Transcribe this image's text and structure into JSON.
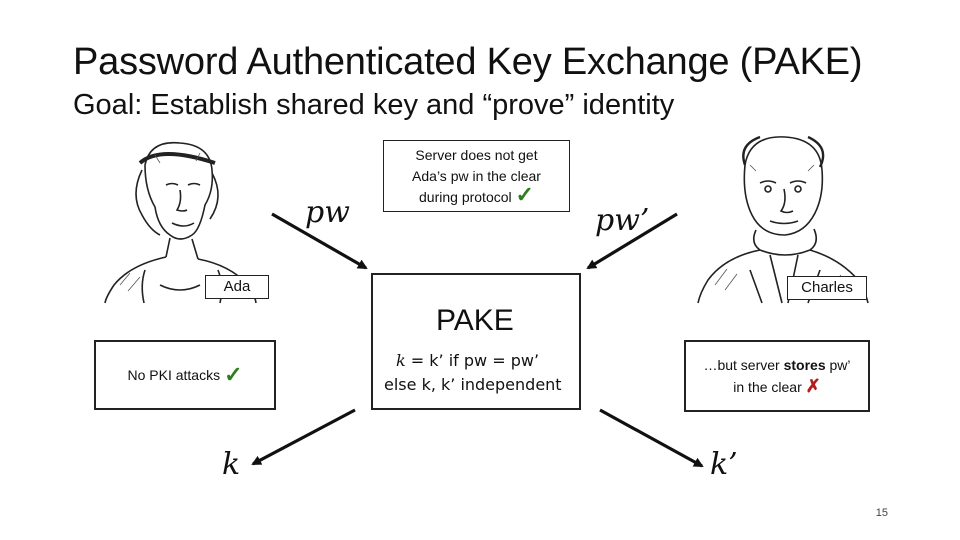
{
  "slide": {
    "title": "Password Authenticated Key Exchange (PAKE)",
    "subtitle": "Goal: Establish shared key and “prove” identity",
    "page_number": "15"
  },
  "diagram": {
    "server_note": {
      "line1": "Server does not get",
      "line2": "Ada’s pw in the clear",
      "line3": "during protocol",
      "mark": "✓"
    },
    "center": {
      "label": "PAKE",
      "formula_line1_k": "k",
      "formula_line1_rest": "= k’ if pw = pw’",
      "formula_line2_else": "else",
      "formula_line2_rest": "k, k’ independent"
    },
    "left": {
      "name": "Ada",
      "password": "pw",
      "key": "k",
      "note": "No PKI attacks",
      "mark": "✓"
    },
    "right": {
      "name": "Charles",
      "password": "pw’",
      "key": "k’",
      "note_line1_pre": "…but server ",
      "note_line1_bold": "stores",
      "note_line1_post": " pw’",
      "note_line2": "in the clear",
      "mark": "✗"
    },
    "colors": {
      "check": "#2e7d1d",
      "cross": "#b71c1c"
    }
  }
}
